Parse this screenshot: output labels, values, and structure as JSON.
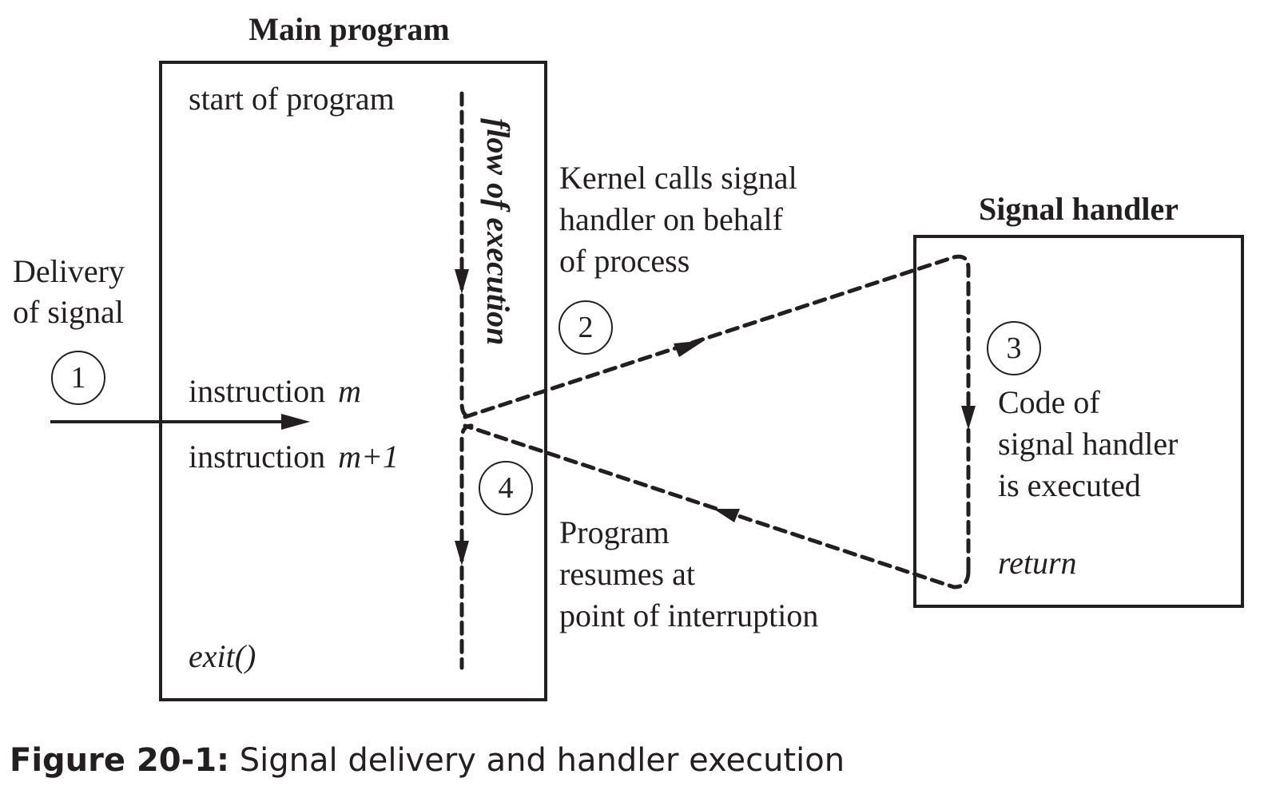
{
  "main_program": {
    "title": "Main program",
    "start": "start of program",
    "instruction_m_label": "instruction",
    "instruction_m_var": "m",
    "instruction_m1_label": "instruction",
    "instruction_m1_var": "m+1",
    "exit": "exit()",
    "flow_label": "flow of execution"
  },
  "delivery": {
    "line1": "Delivery",
    "line2": "of signal"
  },
  "kernel_note": {
    "line1": "Kernel calls signal",
    "line2": "handler on behalf",
    "line3": "of process"
  },
  "resume_note": {
    "line1": "Program",
    "line2": "resumes at",
    "line3": "point of interruption"
  },
  "signal_handler": {
    "title": "Signal handler",
    "line1": "Code of",
    "line2": "signal handler",
    "line3": "is executed",
    "return": "return"
  },
  "steps": [
    "1",
    "2",
    "3",
    "4"
  ],
  "caption": {
    "label": "Figure 20-1:",
    "text": " Signal delivery and handler execution"
  }
}
